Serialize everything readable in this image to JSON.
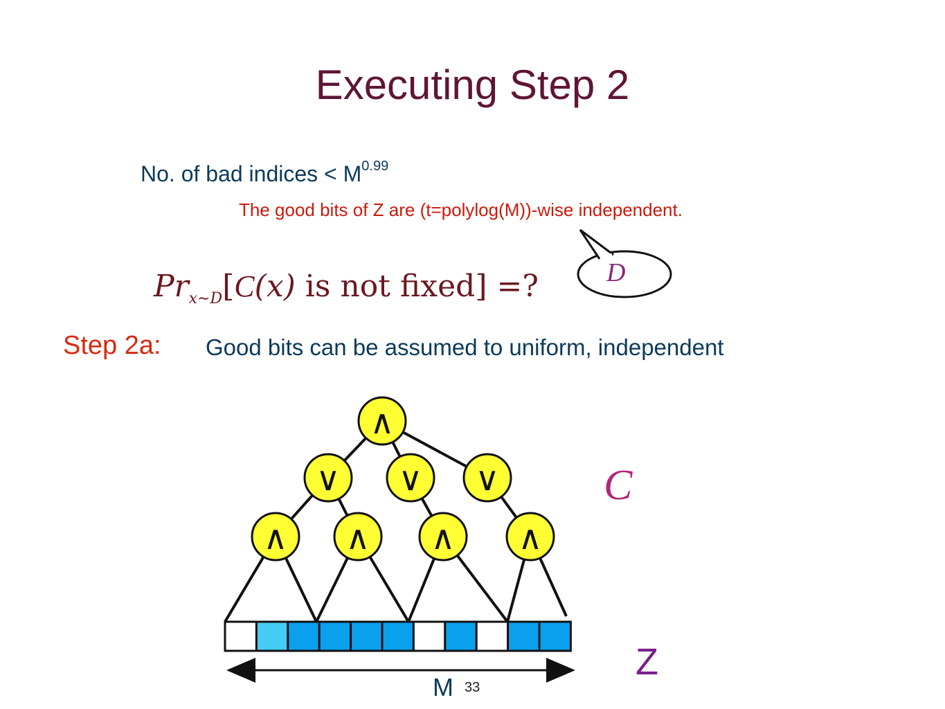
{
  "slide": {
    "title": "Executing Step 2",
    "bad_indices": {
      "text": "No. of bad indices < M",
      "exponent": "0.99"
    },
    "good_bits_note": "The good bits of Z are (t=polylog(M))-wise independent.",
    "distribution_symbol": "D",
    "formula": {
      "prefix": "Pr",
      "subscript": "x∼D",
      "bracket_open": "[",
      "circuit": "C",
      "arg": "(x)",
      "text": " is not fixed",
      "suffix": "] =?"
    },
    "step": {
      "label": "Step 2a:",
      "text": "Good bits can be assumed to uniform, independent"
    },
    "circuit_symbol": "C",
    "z_label": "Z",
    "m_label": "M",
    "page_number": "33"
  },
  "gates": {
    "top": "∧",
    "middle": [
      "∨",
      "∨",
      "∨"
    ],
    "bottom": [
      "∧",
      "∧",
      "∧",
      "∧"
    ]
  },
  "z_cells": [
    "white",
    "light",
    "blue",
    "blue",
    "blue",
    "blue",
    "white",
    "blue",
    "white",
    "blue",
    "blue"
  ],
  "colors": {
    "gate_fill": "#ffff33",
    "white_cell": "#ffffff",
    "light_cell": "#44ccf5",
    "blue_cell": "#0aa0ee",
    "title": "#5f1535",
    "step_label": "#d52a10",
    "note_red": "#cc1a0a"
  }
}
